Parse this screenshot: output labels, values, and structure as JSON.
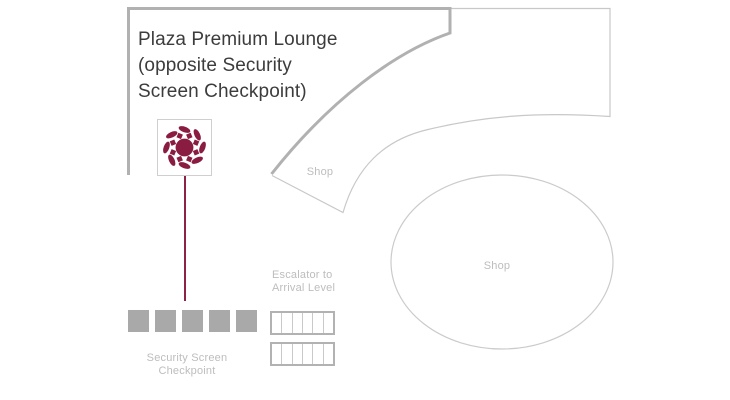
{
  "page": {
    "kind": "airport-terminal-location-map",
    "background": "#ffffff"
  },
  "title": {
    "full": "Plaza Premium Lounge (opposite Security Screen Checkpoint)",
    "lines": [
      "Plaza Premium Lounge",
      "(opposite Security",
      "Screen Checkpoint)"
    ]
  },
  "logo": {
    "icon": "plaza-premium-lounge-logo",
    "color": "#8a1c42"
  },
  "labels": {
    "shop_wedge": "Shop",
    "shop_ellipse": "Shop",
    "escalator_line1": "Escalator to",
    "escalator_line2": "Arrival Level",
    "checkpoint_line1": "Security Screen",
    "checkpoint_line2": "Checkpoint"
  },
  "map_features": {
    "checkpoint_barrier_squares": 5,
    "escalator_units": 2,
    "escalator_cells_per_unit": 6,
    "shop_regions": 2
  },
  "colors": {
    "brand_maroon": "#8a1c42",
    "pointer_line": "#8d2246",
    "wall_thick_gray": "#b1b1b1",
    "wall_thin_gray": "#c8c8c8",
    "label_text_gray": "#bdbdbd",
    "title_text": "#3c3c3c",
    "checkpoint_square_gray": "#a9a9a9"
  }
}
